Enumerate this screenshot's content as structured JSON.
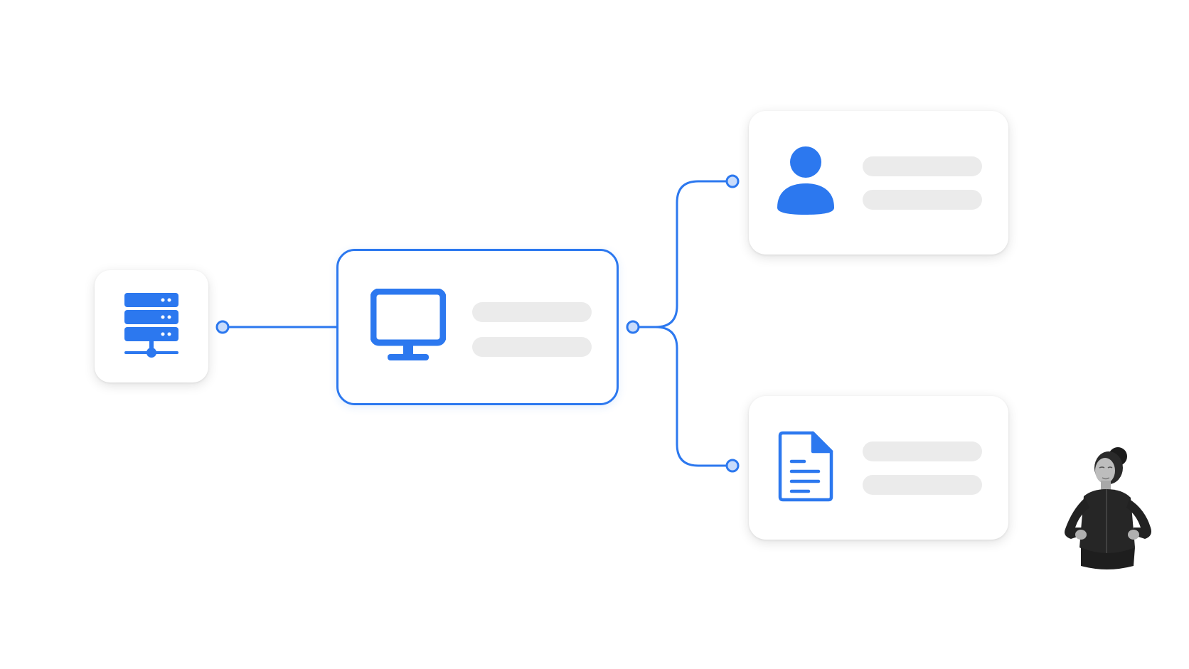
{
  "colors": {
    "accent": "#2c78ef",
    "placeholder": "#ebebeb",
    "background": "#ffffff"
  },
  "nodes": [
    {
      "id": "server",
      "icon": "server-rack-icon"
    },
    {
      "id": "hub",
      "icon": "monitor-icon",
      "highlighted": true
    },
    {
      "id": "user",
      "icon": "user-icon"
    },
    {
      "id": "document",
      "icon": "document-icon"
    }
  ],
  "edges": [
    {
      "from": "server",
      "to": "hub"
    },
    {
      "from": "hub",
      "to": "user"
    },
    {
      "from": "hub",
      "to": "document"
    }
  ],
  "figure": {
    "icon": "person-photo"
  }
}
